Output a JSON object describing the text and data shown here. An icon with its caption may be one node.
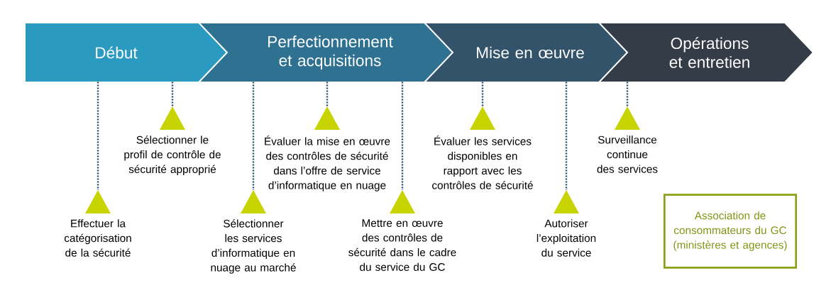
{
  "diagram": {
    "nodes": [
      {
        "text": [
          "Début"
        ]
      },
      {
        "text": [
          "Perfectionnement et acquisitions"
        ]
      },
      {
        "text": [
          "Mise en œuvre"
        ]
      },
      {
        "text": [
          "Opérations et entretien"
        ]
      },
      {
        "text": [
          "Effectuer la catégorisation de la sécurité"
        ]
      },
      {
        "text": [
          "Sélectionner le profil de contrôle de sécurité approprié"
        ]
      },
      {
        "text": [
          "Sélectionner les services d’informatique en nuage au marché"
        ]
      },
      {
        "text": [
          "Évaluer la mise en œuvre des contrôles de sécurité dans l’offre de service d’informatique en nuage"
        ]
      },
      {
        "text": [
          "Mettre en œuvre des contrôles de sécurité dans le cadre du service du GC"
        ]
      },
      {
        "text": [
          "Évaluer les services disponibles en rapport avec les contrôles de sécurité"
        ]
      },
      {
        "text": [
          "Autoriser l’exploitation du service"
        ]
      },
      {
        "text": [
          "Surveillance continue des services"
        ]
      },
      {
        "text": [
          "Association de consommateurs du GC (ministères et agences)"
        ]
      }
    ],
    "edges": [
      {
        "from": 0,
        "to": 4,
        "arrow": "none",
        "style": "dashed"
      },
      {
        "from": 0,
        "to": 5,
        "arrow": "none",
        "style": "dashed"
      },
      {
        "from": 1,
        "to": 6,
        "arrow": "none",
        "style": "dashed"
      },
      {
        "from": 1,
        "to": 7,
        "arrow": "none",
        "style": "dashed"
      },
      {
        "from": 1,
        "to": 8,
        "arrow": "none",
        "style": "dashed"
      },
      {
        "from": 2,
        "to": 9,
        "arrow": "none",
        "style": "dashed"
      },
      {
        "from": 2,
        "to": 10,
        "arrow": "none",
        "style": "dashed"
      },
      {
        "from": 3,
        "to": 11,
        "arrow": "none",
        "style": "dashed"
      }
    ]
  }
}
